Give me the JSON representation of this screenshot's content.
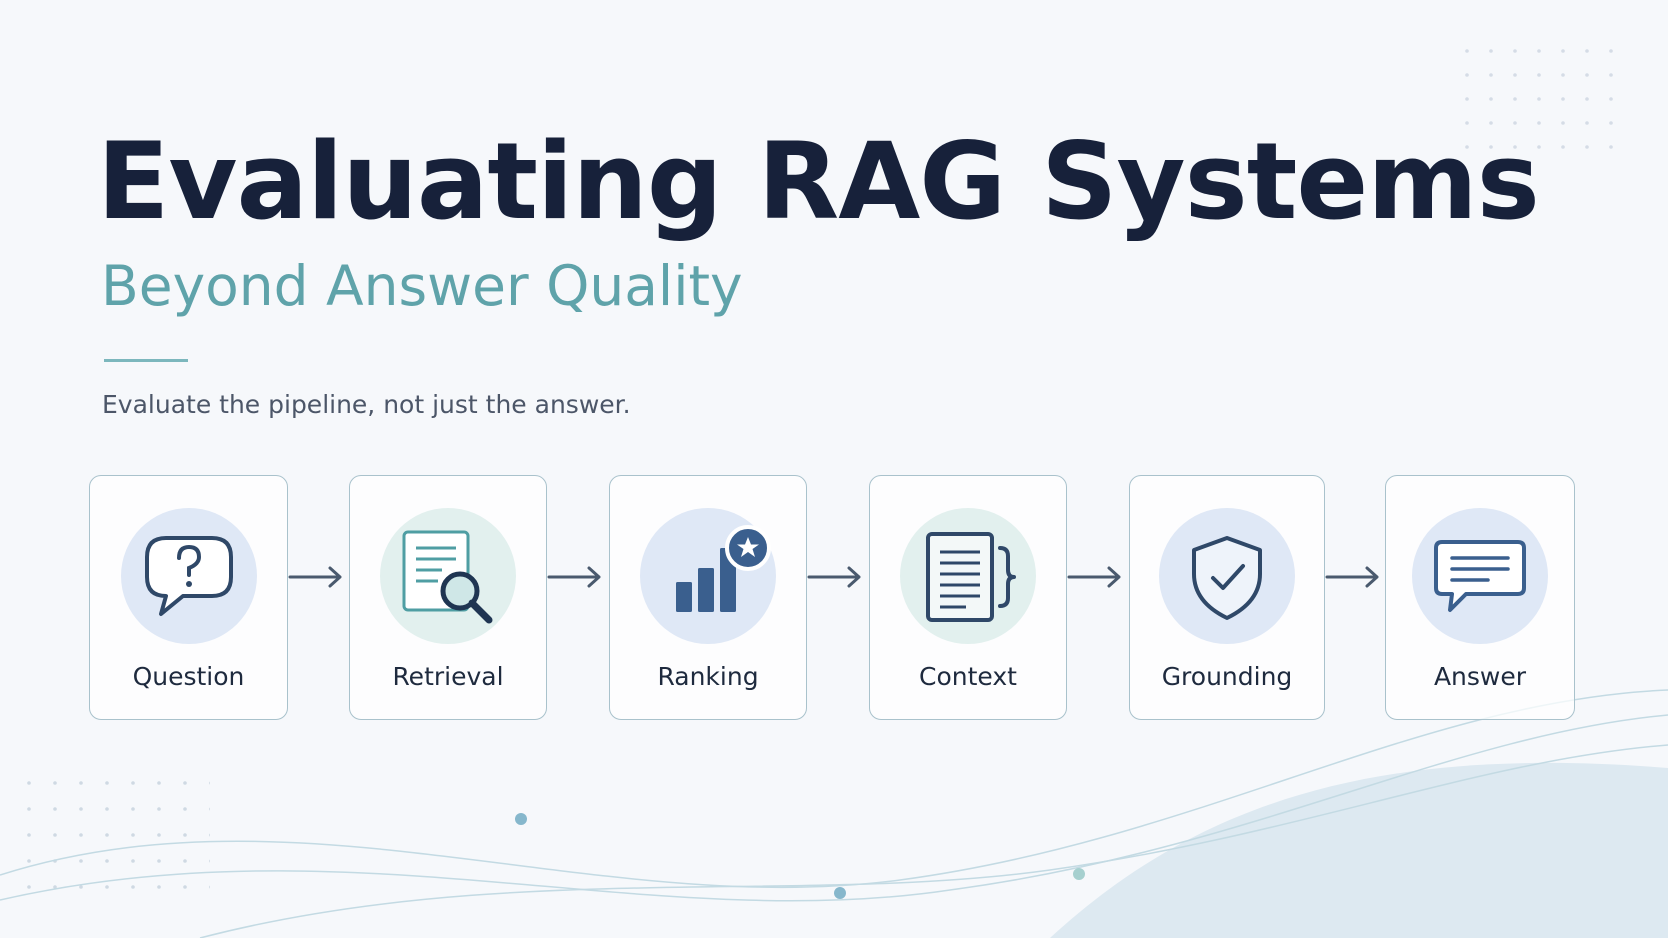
{
  "title": "Evaluating RAG Systems",
  "subtitle": "Beyond Answer Quality",
  "tagline": "Evaluate the pipeline, not just the answer.",
  "pipeline": {
    "steps": [
      {
        "label": "Question",
        "icon": "question-bubble-icon"
      },
      {
        "label": "Retrieval",
        "icon": "document-search-icon"
      },
      {
        "label": "Ranking",
        "icon": "bar-chart-star-icon"
      },
      {
        "label": "Context",
        "icon": "document-bracket-icon"
      },
      {
        "label": "Grounding",
        "icon": "shield-check-icon"
      },
      {
        "label": "Answer",
        "icon": "message-bubble-icon"
      }
    ]
  },
  "colors": {
    "title": "#17213a",
    "subtitle": "#5fa3aa",
    "icon_stroke": "#2f4868",
    "icon_circle_blue": "#dfe8f6",
    "icon_circle_green": "#e2f0ee",
    "card_border": "#a9c2cc"
  }
}
